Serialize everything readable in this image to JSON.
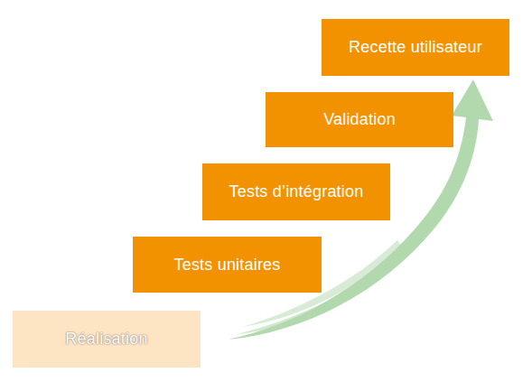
{
  "diagram": {
    "nodes": [
      {
        "text": [
          "Réalisation"
        ]
      },
      {
        "text": [
          "Tests unitaires"
        ]
      },
      {
        "text": [
          "Tests d’intégration"
        ]
      },
      {
        "text": [
          "Validation"
        ]
      },
      {
        "text": [
          "Recette utilisateur"
        ]
      }
    ]
  }
}
